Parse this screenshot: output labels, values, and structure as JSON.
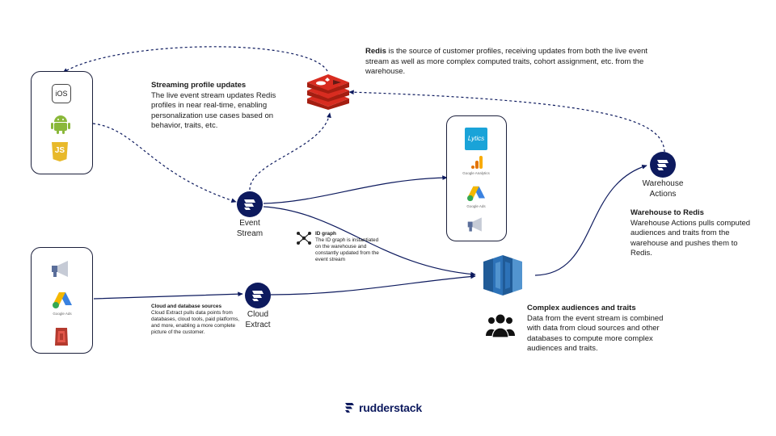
{
  "redis": {
    "title": "Redis",
    "text": " is the source of customer profiles, receiving updates from both the live event stream as well as more complex computed traits, cohort assignment, etc. from the warehouse."
  },
  "streaming": {
    "title": "Streaming profile updates",
    "text": "The live event stream updates Redis profiles in near real-time, enabling personalization use cases based on behavior, traits, etc."
  },
  "event_stream": {
    "label_line1": "Event",
    "label_line2": "Stream"
  },
  "cloud_extract": {
    "label_line1": "Cloud",
    "label_line2": "Extract"
  },
  "warehouse_actions": {
    "label_line1": "Warehouse",
    "label_line2": "Actions"
  },
  "warehouse_to_redis": {
    "title": "Warehouse to Redis",
    "text": "Warehouse Actions pulls computed audiences and traits from the warehouse and pushes them to Redis."
  },
  "id_graph": {
    "title": "ID graph",
    "text": "The ID graph is instantiated on the warehouse and constantly updated from the event stream"
  },
  "cloud_db": {
    "title": "Cloud and database sources",
    "text": "Cloud Extract pulls data points from databases, cloud tools, paid platforms, and more, enabling a more complete picture of the customer."
  },
  "complex": {
    "title": "Complex audiences and traits",
    "text": "Data from the event stream is combined with data from cloud sources and other databases to compute more complex audiences and traits."
  },
  "sources": {
    "ios_label": "iOS",
    "js_label": "JS"
  },
  "destinations": {
    "lytics_label": "Lytics",
    "google_analytics_label": "Google Analytics",
    "google_ads_label": "Google Ads"
  },
  "cloud_sources": {
    "google_ads_label": "Google Ads"
  },
  "brand": {
    "name": "rudderstack"
  },
  "icons": [
    "ios-icon",
    "android-icon",
    "javascript-icon",
    "megaphone-icon",
    "google-ads-icon",
    "database-icon",
    "redis-icon",
    "lytics-icon",
    "google-analytics-icon",
    "warehouse-icon",
    "audience-icon",
    "rudderstack-logo-icon",
    "id-graph-icon"
  ],
  "colors": {
    "navy": "#0d1a5e",
    "redis_red": "#d82c20",
    "warehouse_blue": "#2d72b8"
  }
}
